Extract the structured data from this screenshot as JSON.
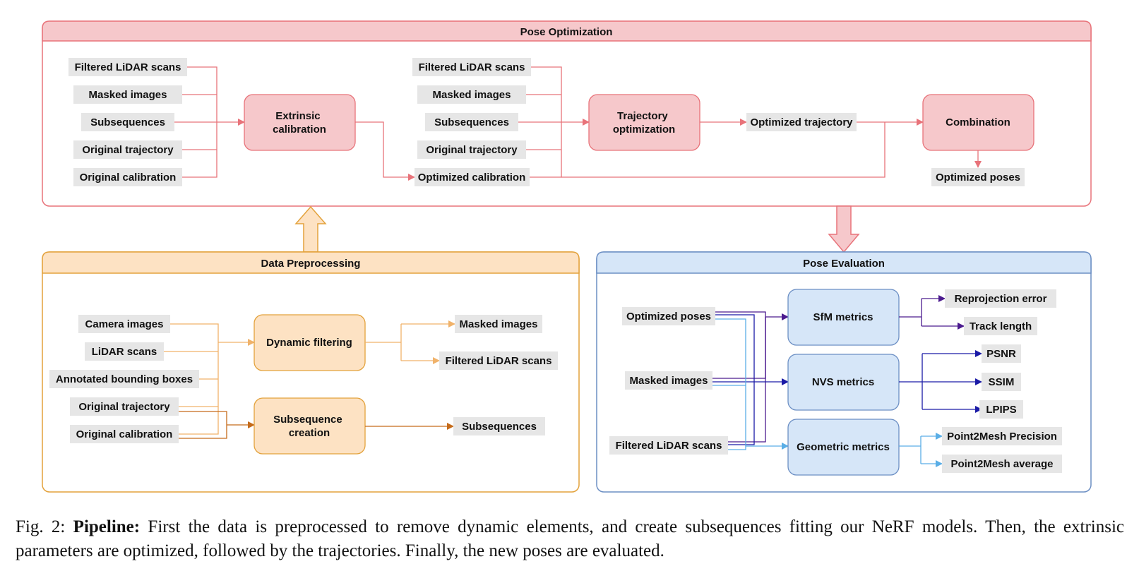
{
  "panels": {
    "pose_optimization": "Pose Optimization",
    "data_preprocessing": "Data Preprocessing",
    "pose_evaluation": "Pose Evaluation"
  },
  "pose_optimization": {
    "inputs_1": [
      "Filtered LiDAR scans",
      "Masked images",
      "Subsequences",
      "Original trajectory",
      "Original calibration"
    ],
    "extrinsic_calibration": [
      "Extrinsic",
      "calibration"
    ],
    "inputs_2": [
      "Filtered LiDAR scans",
      "Masked images",
      "Subsequences",
      "Original trajectory",
      "Optimized calibration"
    ],
    "trajectory_optimization": [
      "Trajectory",
      "optimization"
    ],
    "optimized_trajectory": "Optimized trajectory",
    "combination": "Combination",
    "optimized_poses": "Optimized poses"
  },
  "data_preprocessing": {
    "inputs": [
      "Camera images",
      "LiDAR scans",
      "Annotated bounding boxes",
      "Original trajectory",
      "Original calibration"
    ],
    "dynamic_filtering": "Dynamic filtering",
    "subsequence_creation": [
      "Subsequence",
      "creation"
    ],
    "outputs_filtering": [
      "Masked images",
      "Filtered LiDAR scans"
    ],
    "output_subsequences": "Subsequences"
  },
  "pose_evaluation": {
    "inputs": [
      "Optimized poses",
      "Masked images",
      "Filtered LiDAR scans"
    ],
    "sfm_metrics": "SfM metrics",
    "nvs_metrics": "NVS metrics",
    "geometric_metrics": "Geometric metrics",
    "sfm_outputs": [
      "Reprojection error",
      "Track length"
    ],
    "nvs_outputs": [
      "PSNR",
      "SSIM",
      "LPIPS"
    ],
    "geometric_outputs": [
      "Point2Mesh Precision",
      "Point2Mesh average"
    ]
  },
  "caption": {
    "prefix": "Fig. 2: ",
    "bold": "Pipeline:",
    "text": " First the data is preprocessed to remove dynamic elements, and create subsequences fitting our NeRF models. Then, the extrinsic parameters are optimized, followed by the trajectories. Finally, the new poses are evaluated."
  },
  "colors": {
    "pose_optimization": "#e8737a",
    "pose_optimization_fill": "#f6c8cb",
    "data_preprocessing": "#e3a23c",
    "data_preprocessing_fill": "#fde2c3",
    "subsequence_arrow": "#c56b1a",
    "pose_evaluation": "#6c8fc4",
    "pose_evaluation_fill": "#d6e6f8",
    "sfm_arrow": "#4b1a8e",
    "nvs_arrow": "#1a1aa6",
    "geometric_arrow": "#5aaee6",
    "tag_fill": "#e6e6e6"
  }
}
